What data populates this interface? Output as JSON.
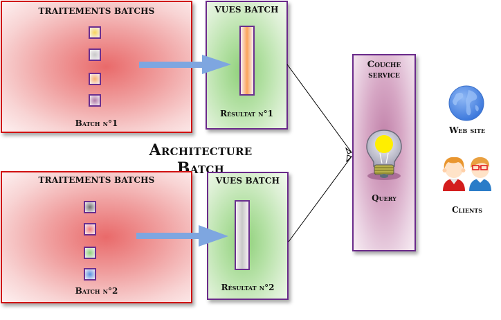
{
  "title": "Architecture Batch",
  "batch_processing": [
    {
      "title": "TRAITEMENTS BATCHS",
      "caption": "Batch n°1",
      "jobs": [
        {
          "color": "#f7d35a"
        },
        {
          "color": "#c8c8c8"
        },
        {
          "color": "#f8b070"
        },
        {
          "color": "#b07aa8"
        }
      ]
    },
    {
      "title": "TRAITEMENTS BATCHS",
      "caption": "Batch n°2",
      "jobs": [
        {
          "color": "#6e6e6e"
        },
        {
          "color": "#f07a7a"
        },
        {
          "color": "#8fd07a"
        },
        {
          "color": "#5a8fe0"
        }
      ]
    }
  ],
  "batch_views": [
    {
      "title": "VUES BATCH",
      "caption": "Résultat n°1",
      "result_color": "#fba35a"
    },
    {
      "title": "VUES BATCH",
      "caption": "Résultat n°2",
      "result_color": "#c8c8c8"
    }
  ],
  "service_layer": {
    "title_line1": "Couche",
    "title_line2": "service",
    "caption": "Query",
    "icon": "lightbulb-icon"
  },
  "consumers": [
    {
      "label": "Web site",
      "icon": "globe-icon"
    },
    {
      "label": "Clients",
      "icon": "users-icon"
    }
  ],
  "colors": {
    "batch_border": "#d01010",
    "view_border": "#6a2a8a",
    "arrow": "#7ea6e0",
    "connector": "#000000"
  }
}
